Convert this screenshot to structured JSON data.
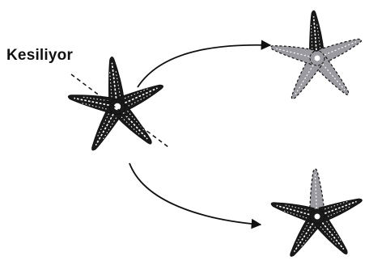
{
  "diagram": {
    "cut_label": "Kesiliyor",
    "colors": {
      "ink": "#111111",
      "star_fill": "#1a1a1a",
      "star_pattern": "#ffffff",
      "regrown_fill": "#9a9aa0",
      "background": "#ffffff"
    },
    "elements": [
      "cut-starfish",
      "cut-line",
      "arrow-to-top-regrowth",
      "arrow-to-bottom-regrowth",
      "regenerated-starfish-top",
      "regenerated-starfish-bottom"
    ]
  }
}
